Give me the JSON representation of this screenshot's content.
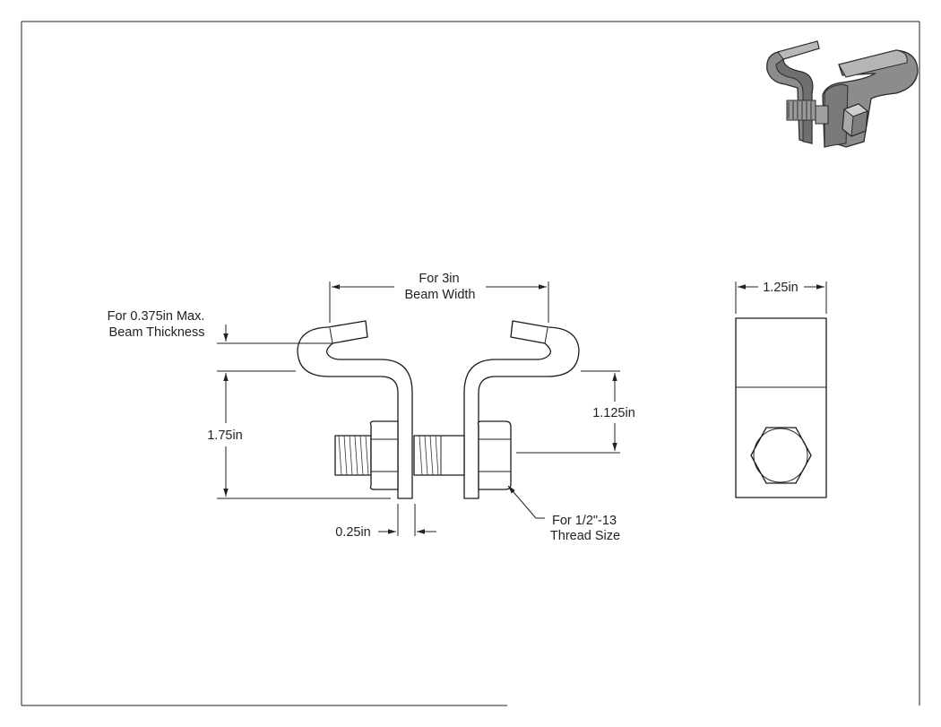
{
  "dimensions": {
    "beam_width": [
      "For 3in",
      "Beam Width"
    ],
    "beam_thickness": [
      "For 0.375in Max.",
      "Beam Thickness"
    ],
    "overall_height": "1.75in",
    "jaw_height": "1.125in",
    "plate_thickness": "0.25in",
    "thread_size": [
      "For 1/2\"-13",
      "Thread Size"
    ],
    "side_width": "1.25in"
  }
}
